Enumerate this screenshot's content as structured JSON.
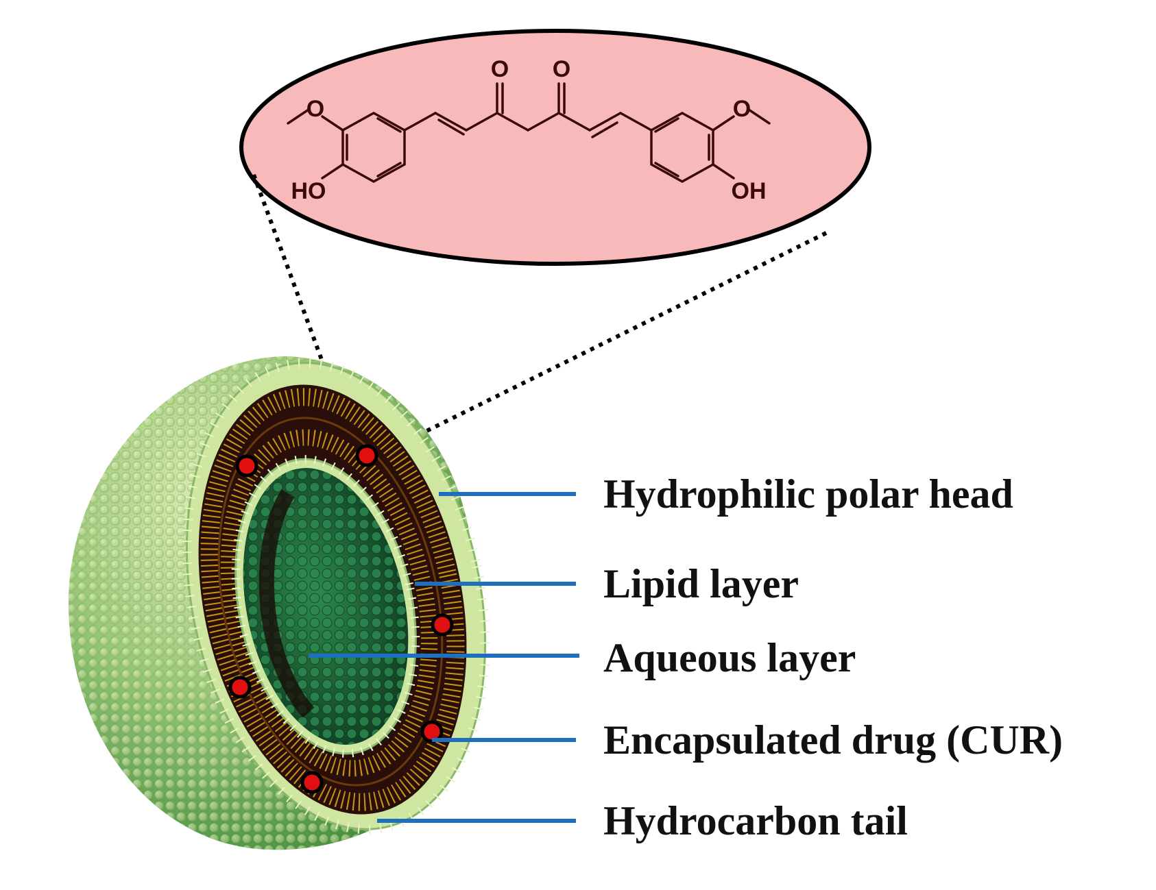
{
  "molecule": {
    "name": "curcumin",
    "atom_labels": {
      "keto_left": "O",
      "keto_right": "O",
      "methoxy_left": "O",
      "methoxy_right": "O",
      "hydroxyl_left": "HO",
      "hydroxyl_right": "OH"
    },
    "fill_color": "#f7b9b9",
    "bond_color": "#3a0a0a"
  },
  "liposome": {
    "outer_head_color": "#b7d88a",
    "outer_shell_color": "#4f9a45",
    "tail_color": "#d9a514",
    "core_color": "#2a0e0a",
    "aqueous_color": "#1f6b3c",
    "drug_color": "#e01010"
  },
  "callouts": {
    "line_color": "#1f6fbf",
    "items": [
      {
        "label": "Hydrophilic polar head"
      },
      {
        "label": "Lipid layer"
      },
      {
        "label": "Aqueous layer"
      },
      {
        "label": "Encapsulated drug (CUR)"
      },
      {
        "label": "Hydrocarbon tail"
      }
    ]
  }
}
